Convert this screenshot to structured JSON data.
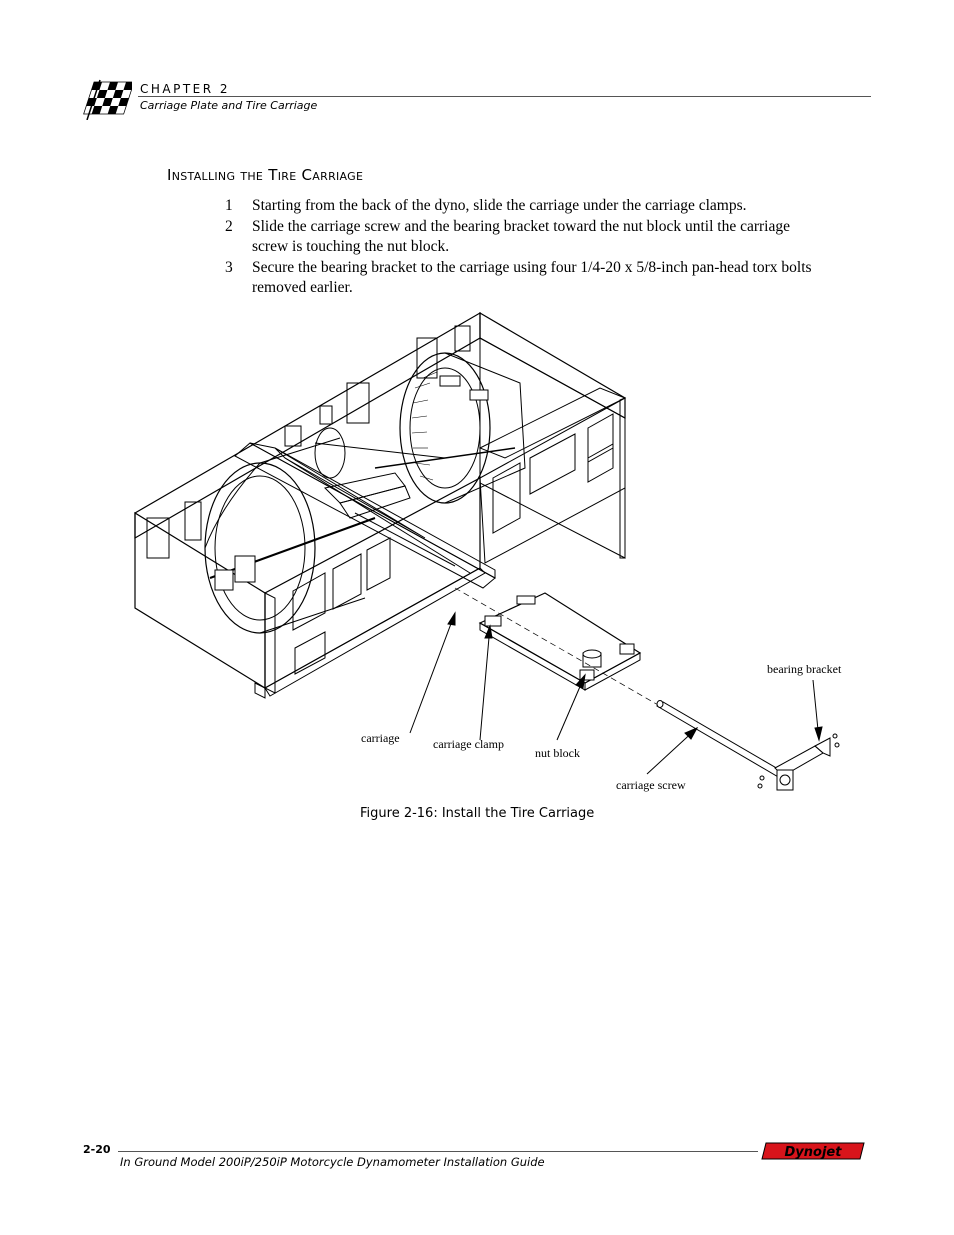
{
  "header": {
    "chapter": "CHAPTER 2",
    "subtitle": "Carriage Plate and Tire Carriage"
  },
  "section": {
    "title": "Installing the Tire Carriage"
  },
  "steps": [
    {
      "num": "1",
      "text": "Starting from the back of the dyno, slide the carriage under the carriage clamps."
    },
    {
      "num": "2",
      "text": "Slide the carriage screw and the bearing bracket toward the nut block until the carriage screw is touching the nut block."
    },
    {
      "num": "3",
      "text": "Secure the bearing bracket to the carriage using four 1/4-20 x 5/8-inch pan-head torx bolts removed earlier."
    }
  ],
  "figure": {
    "labels": {
      "carriage": "carriage",
      "carriage_clamp": "carriage clamp",
      "nut_block": "nut block",
      "carriage_screw": "carriage screw",
      "bearing_bracket": "bearing bracket"
    },
    "caption": "Figure 2-16: Install the Tire Carriage"
  },
  "footer": {
    "page_number": "2-20",
    "title": "In Ground Model 200iP/250iP Motorcycle Dynamometer Installation Guide",
    "logo_text": "Dynojet"
  },
  "colors": {
    "logo_red": "#d8141b",
    "rule": "#555555"
  }
}
